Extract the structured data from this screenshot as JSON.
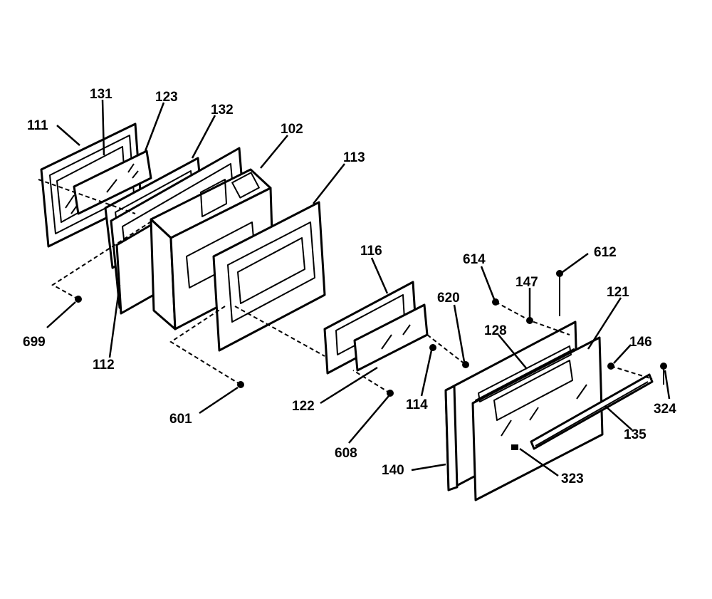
{
  "callouts": {
    "c111": "111",
    "c131": "131",
    "c123": "123",
    "c132": "132",
    "c102": "102",
    "c113": "113",
    "c699": "699",
    "c112": "112",
    "c601": "601",
    "c116": "116",
    "c122": "122",
    "c114": "114",
    "c608": "608",
    "c620": "620",
    "c614": "614",
    "c612": "612",
    "c147": "147",
    "c121": "121",
    "c128": "128",
    "c146": "146",
    "c324": "324",
    "c135": "135",
    "c140": "140",
    "c323": "323"
  }
}
